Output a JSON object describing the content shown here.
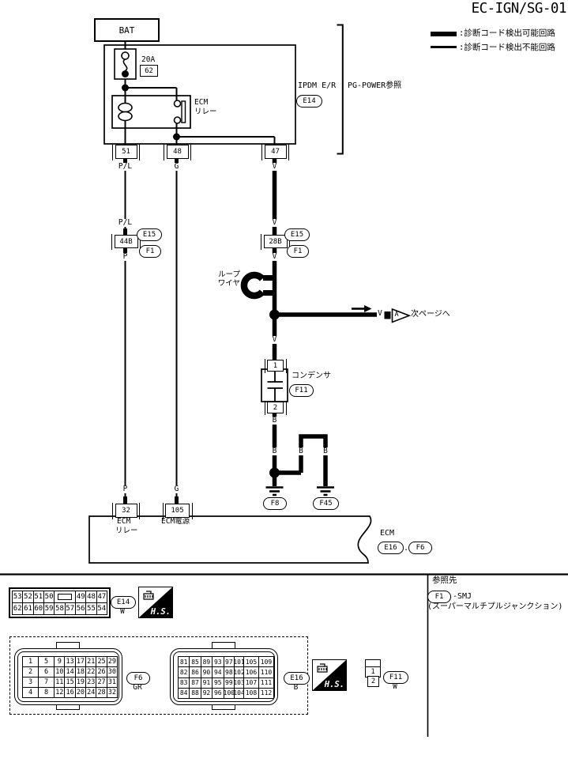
{
  "title": "EC-IGN/SG-01",
  "legend": {
    "detectable": ":診断コード検出可能回路",
    "undetectable": ":診断コード検出不能回路"
  },
  "power": {
    "bat": "BAT",
    "fuse_rating": "20A",
    "fuse_number": "62",
    "relay_name_line1": "ECM",
    "relay_name_line2": "リレー",
    "module": "IPDM E/R",
    "module_connector": "E14",
    "reference": "PG-POWER参照",
    "pin_51": "51",
    "pin_48": "48",
    "pin_47": "47",
    "color_pl": "P/L",
    "color_g": "G",
    "color_v": "V"
  },
  "harness": {
    "left": {
      "color_above": "P/L",
      "pin": "44B",
      "conn1": "E15",
      "conn2": "F1",
      "color_below": "P"
    },
    "right": {
      "color_above": "V",
      "pin": "28B",
      "conn1": "E15",
      "conn2": "F1",
      "color_below": "V"
    },
    "loop_line1": "ループ",
    "loop_line2": "ワイヤ",
    "next_page": {
      "color": "V",
      "letter": "A",
      "label": "次ページへ"
    },
    "condenser": {
      "pin_top": "1",
      "pin_bottom": "2",
      "name": "コンデンサ",
      "connector": "F11"
    },
    "b1": "B",
    "b2": "B",
    "b3": "B",
    "b4": "B",
    "ground_left": "F8",
    "ground_right": "F45"
  },
  "ecm": {
    "color_p": "P",
    "color_g": "G",
    "pin_32": "32",
    "pin_105": "105",
    "pin32_label1": "ECM",
    "pin32_label2": "リレー",
    "pin105_label": "ECM電源",
    "name": "ECM",
    "conn1": "E16",
    "separator": ".",
    "conn2": "F6"
  },
  "footer": {
    "e14": {
      "rows": [
        [
          "53",
          "52",
          "51",
          "50",
          "",
          "49",
          "48",
          "47"
        ],
        [
          "62",
          "61",
          "60",
          "59",
          "58",
          "57",
          "56",
          "55",
          "54"
        ]
      ],
      "connector": "E14",
      "color": "W",
      "hs": "H.S."
    },
    "f6": {
      "rows": [
        [
          "1",
          "5",
          "9",
          "13",
          "17",
          "21",
          "25",
          "29"
        ],
        [
          "2",
          "6",
          "10",
          "14",
          "18",
          "22",
          "26",
          "30"
        ],
        [
          "3",
          "7",
          "11",
          "15",
          "19",
          "23",
          "27",
          "31"
        ],
        [
          "4",
          "8",
          "12",
          "16",
          "20",
          "24",
          "28",
          "32"
        ]
      ],
      "connector": "F6",
      "color": "GR"
    },
    "e16": {
      "rows": [
        [
          "81",
          "85",
          "89",
          "93",
          "97",
          "101",
          "105",
          "109"
        ],
        [
          "82",
          "86",
          "90",
          "94",
          "98",
          "102",
          "106",
          "110"
        ],
        [
          "83",
          "87",
          "91",
          "95",
          "99",
          "103",
          "107",
          "111"
        ],
        [
          "84",
          "88",
          "92",
          "96",
          "100",
          "104",
          "108",
          "112"
        ]
      ],
      "connector": "E16",
      "color": "B",
      "hs": "H.S."
    },
    "f11": {
      "pin1": "1",
      "pin2": "2",
      "connector": "F11",
      "color": "W"
    },
    "reference": {
      "heading": "参照先",
      "connector": "F1",
      "suffix": "-SMJ",
      "note": "(スーパーマルチプルジャンクション)"
    }
  }
}
